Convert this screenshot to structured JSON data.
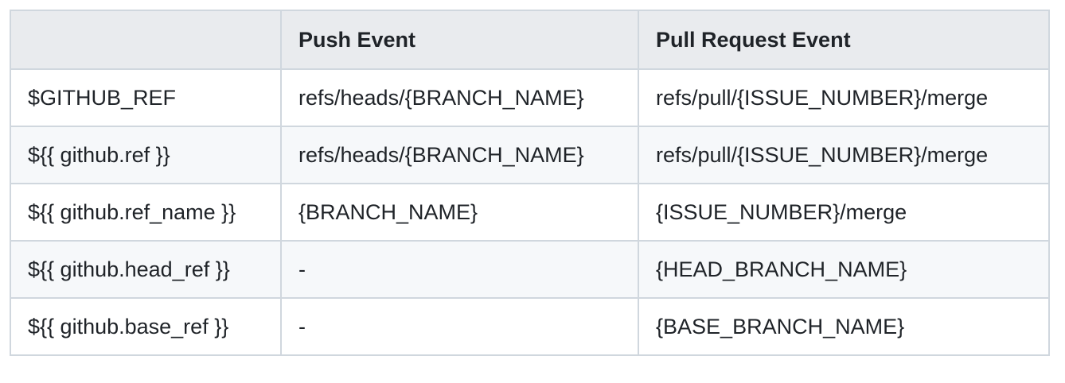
{
  "table": {
    "headers": [
      "",
      "Push Event",
      "Pull Request Event"
    ],
    "rows": [
      [
        "$GITHUB_REF",
        "refs/heads/{BRANCH_NAME}",
        "refs/pull/{ISSUE_NUMBER}/merge"
      ],
      [
        "${{ github.ref }}",
        "refs/heads/{BRANCH_NAME}",
        "refs/pull/{ISSUE_NUMBER}/merge"
      ],
      [
        "${{ github.ref_name }}",
        "{BRANCH_NAME}",
        "{ISSUE_NUMBER}/merge"
      ],
      [
        "${{ github.head_ref }}",
        "-",
        "{HEAD_BRANCH_NAME}"
      ],
      [
        "${{ github.base_ref }}",
        "-",
        "{BASE_BRANCH_NAME}"
      ]
    ]
  },
  "colors": {
    "header_background": "#e9ebee",
    "alt_row_background": "#f6f8fa",
    "border": "#d0d7de",
    "text": "#1f2328"
  }
}
